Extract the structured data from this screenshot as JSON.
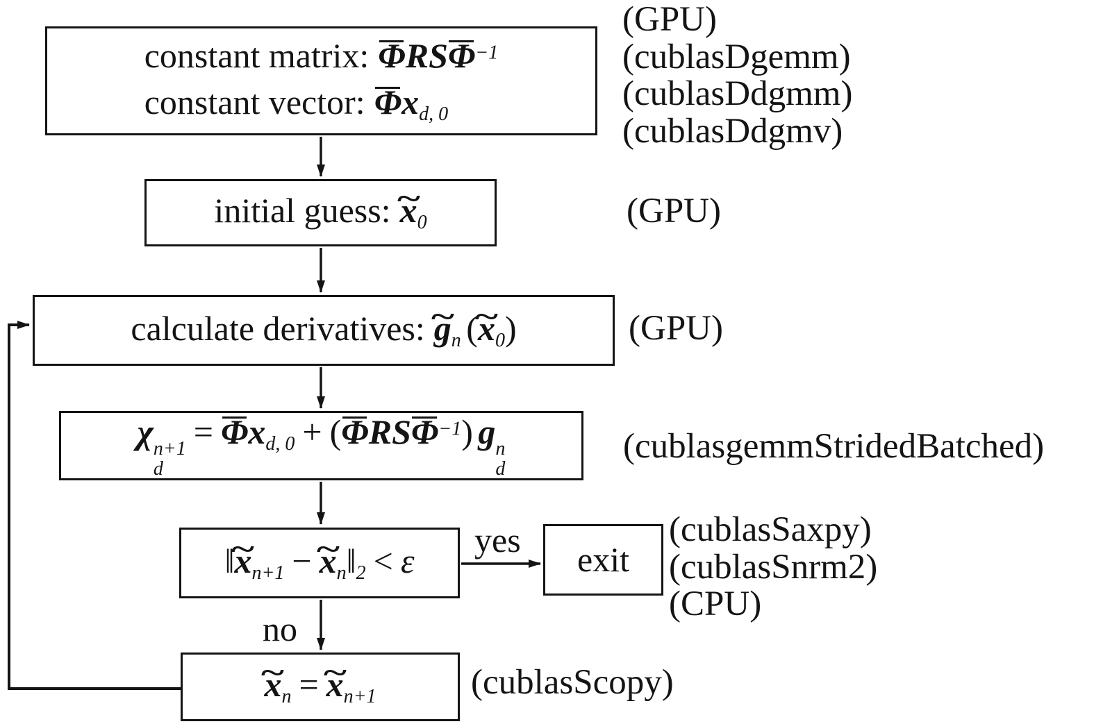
{
  "fc": {
    "box_constants": {
      "line1_label": "constant matrix:",
      "line2_label": "constant vector:",
      "phi": "Φ",
      "rs": "RS",
      "inv_exp": "−1",
      "x": "x",
      "x_sub": "d, 0"
    },
    "box_initial": {
      "label": "initial guess:",
      "x": "x",
      "x_sub": "0"
    },
    "box_derivatives": {
      "label": "calculate derivatives:",
      "g": "g",
      "g_sub": "n",
      "open": "(",
      "x": "x",
      "x_sub": "0",
      "close": ")"
    },
    "box_update": {
      "chi": "χ",
      "chi_sup": "n+1",
      "chi_sub": "d",
      "eq": "=",
      "phi": "Φ",
      "x": "x",
      "x_sub": "d, 0",
      "plus": "+",
      "open": "(",
      "rs": "RS",
      "inv_exp": "−1",
      "close": ")",
      "g": "g",
      "g_sup": "n",
      "g_sub": "d"
    },
    "box_converge": {
      "norm": "‖",
      "x1": "x",
      "x1_sub": "n+1",
      "minus": "−",
      "x2": "x",
      "x2_sub": "n",
      "norm_sub": "2",
      "lt": "<",
      "epsilon": "ε"
    },
    "box_exit": {
      "label": "exit"
    },
    "box_copy": {
      "x1": "x",
      "x1_sub": "n",
      "eq": "=",
      "x2": "x",
      "x2_sub": "n+1"
    },
    "edge_labels": {
      "yes": "yes",
      "no": "no"
    },
    "annotations": {
      "constants": [
        "(GPU)",
        "(cublasDgemm)",
        "(cublasDdgmm)",
        "(cublasDdgmv)"
      ],
      "initial": "(GPU)",
      "derivatives": "(GPU)",
      "update": "(cublasgemmStridedBatched)",
      "converge": [
        "(cublasSaxpy)",
        "(cublasSnrm2)",
        "(CPU)"
      ],
      "copy": "(cublasScopy)"
    },
    "glyphs": {
      "tilde": "~"
    },
    "colors": {
      "ink": "#141414",
      "background": "#ffffff"
    }
  }
}
